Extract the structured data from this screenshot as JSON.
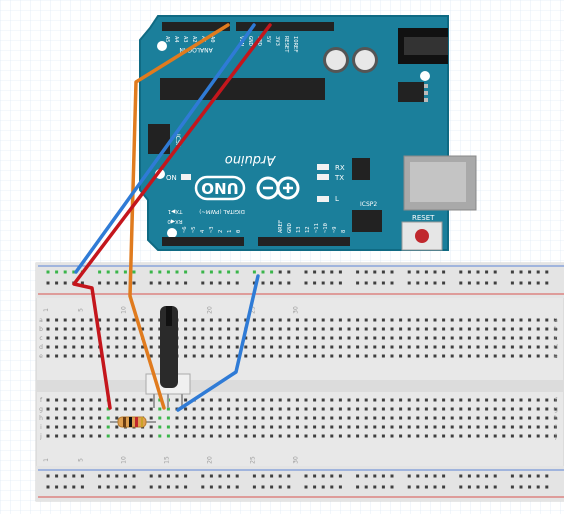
{
  "board": {
    "brand": "Arduino",
    "model": "UNO",
    "header_analog": "ANALOG IN",
    "header_digital": "DIGITAL (PWM~)",
    "icsp": "ICSP",
    "icsp2": "ICSP2",
    "reset": "RESET",
    "aref": "AREF",
    "gnd": "GND",
    "on": "ON",
    "led_rx": "RX",
    "led_tx": "TX",
    "led_l": "L",
    "tx_pin": "TX▶1",
    "rx_pin": "RX◀0",
    "top_pins": [
      "A5",
      "A4",
      "A3",
      "A2",
      "A1",
      "A0",
      "",
      "VIN",
      "GND",
      "GND",
      "5V",
      "3V3",
      "RESET",
      "IOREF"
    ],
    "bottom_pins": [
      "0",
      "1",
      "2",
      "~3",
      "4",
      "~5",
      "~6",
      "7",
      "8",
      "~9",
      "~10",
      "~11",
      "12",
      "13",
      "GND",
      "AREF"
    ]
  },
  "breadboard": {
    "columns": [
      "1",
      "5",
      "10",
      "15",
      "20",
      "25",
      "30"
    ],
    "rows": [
      "a",
      "b",
      "c",
      "d",
      "e",
      "f",
      "g",
      "h",
      "i",
      "j"
    ]
  },
  "components": {
    "resistor": "resistor",
    "potentiometer": "potentiometer"
  },
  "colors": {
    "board": "#1b7f9b",
    "board_edge": "#0f6a83",
    "wire_orange": "#e07b1e",
    "wire_blue": "#2f7bd6",
    "wire_red": "#c4161c",
    "breadboard": "#e9e9e9",
    "rail_red": "#d9534f",
    "rail_blue": "#5b84d6",
    "hole": "#3f3f3f",
    "active_hole": "#3ab54a"
  }
}
